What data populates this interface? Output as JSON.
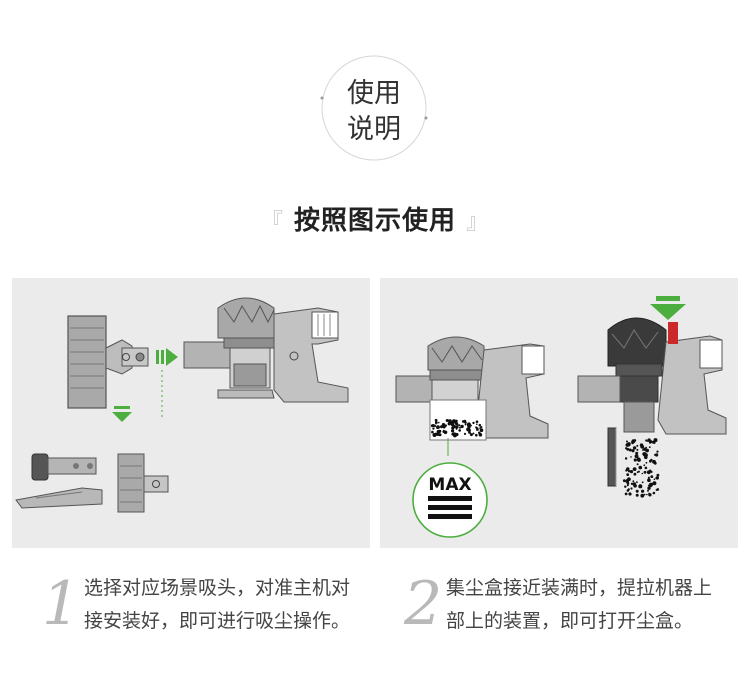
{
  "badge": {
    "line1": "使用",
    "line2": "说明"
  },
  "heading": {
    "open": "『",
    "title": "按照图示使用",
    "close": "』"
  },
  "illustration2": {
    "max_label": "MAX"
  },
  "steps": [
    {
      "number": "1",
      "text": "选择对应场景吸头，对准主机对接安装好，即可进行吸尘操作。"
    },
    {
      "number": "2",
      "text": "集尘盒接近装满时，提拉机器上部上的装置，即可打开尘盒。"
    }
  ],
  "colors": {
    "accent_green": "#4cae3e",
    "red_lever": "#cc2a2a",
    "panel_bg": "#ebebeb"
  }
}
